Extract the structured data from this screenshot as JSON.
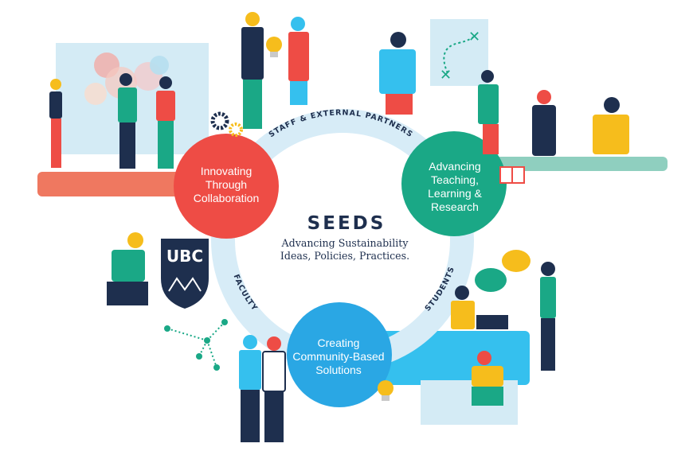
{
  "center": {
    "title": "SEEDS",
    "subtitle_lines": [
      "Advancing Sustainability",
      "Ideas, Policies, Practices."
    ]
  },
  "ring_labels": {
    "top": "STAFF & EXTERNAL PARTNERS",
    "left": "FACULTY",
    "right": "STUDENTS"
  },
  "nodes": [
    {
      "lines": [
        "Innovating",
        "Through",
        "Collaboration"
      ],
      "color": "#ee4c45"
    },
    {
      "lines": [
        "Advancing",
        "Teaching,",
        "Learning &",
        "Research"
      ],
      "color": "#1aa886"
    },
    {
      "lines": [
        "Creating",
        "Community-Based",
        "Solutions"
      ],
      "color": "#2aa7e4"
    }
  ],
  "logo": {
    "text": "UBC",
    "color": "#1e2f4e"
  },
  "colors": {
    "ring": "#d7ecf7",
    "navy": "#1e2f4e",
    "teal": "#1aa886",
    "red": "#ee4c45",
    "blue": "#2aa7e4",
    "yellow": "#f6bd1c",
    "salmon": "#ef7860",
    "mint": "#8fcfbf",
    "cyan": "#35c0ee"
  }
}
